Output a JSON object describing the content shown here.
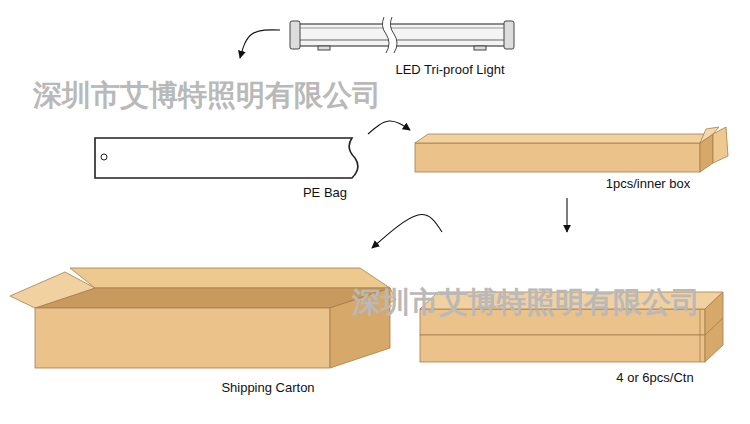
{
  "diagram": {
    "nodes": [
      {
        "text": [
          "LED Tri-proof Light"
        ]
      },
      {
        "text": [
          "PE Bag"
        ]
      },
      {
        "text": [
          "1pcs/inner box"
        ]
      },
      {
        "text": [
          "Shipping Carton"
        ]
      },
      {
        "text": [
          "4 or 6pcs/Ctn"
        ]
      }
    ],
    "edges": [
      {
        "from": 0,
        "to": 1,
        "arrow": "to"
      },
      {
        "from": 1,
        "to": 2,
        "arrow": "to"
      },
      {
        "from": 2,
        "to": 4,
        "arrow": "to"
      },
      {
        "from": 4,
        "to": 3,
        "arrow": "to"
      }
    ],
    "labels": [
      "深圳市艾博特照明有限公司",
      "深圳市艾博特照明有限公司"
    ]
  }
}
